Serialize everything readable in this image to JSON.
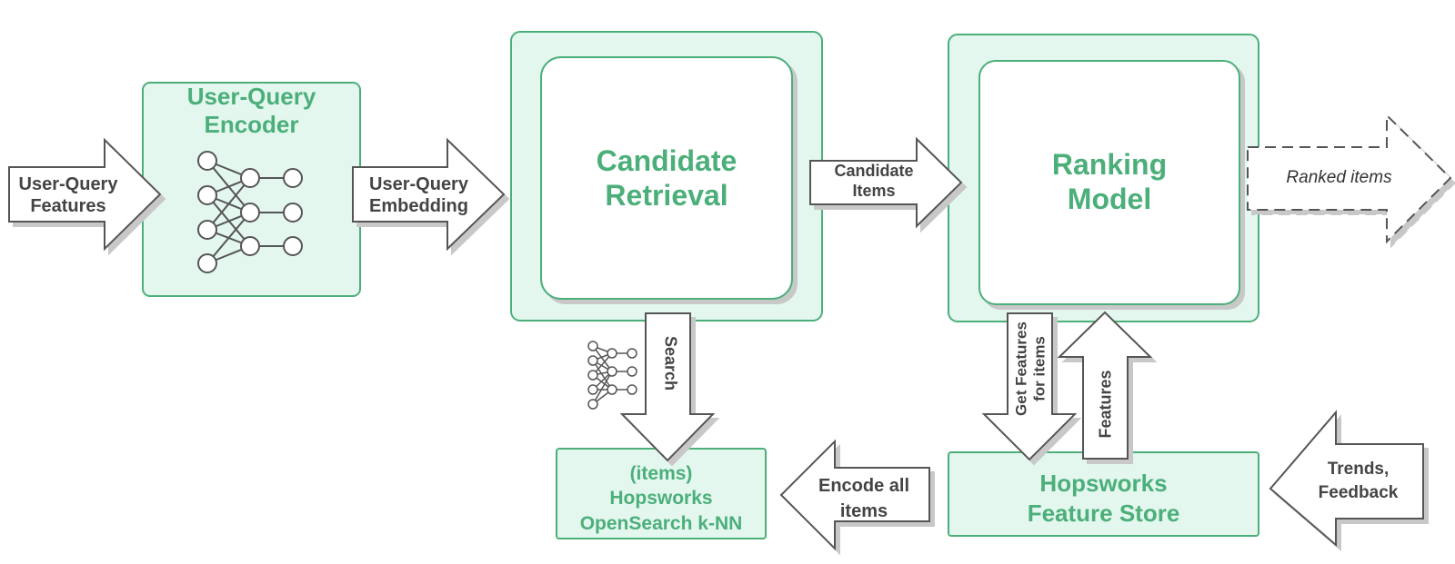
{
  "colors": {
    "box_fill": "#e3f7ef",
    "box_stroke": "#4caf7a",
    "accent_text": "#4caf7a",
    "arrow_stroke": "#555555",
    "text": "#444444"
  },
  "nodes": {
    "encoder": "User-Query\nEncoder",
    "retrieval": "Candidate\nRetrieval",
    "ranking": "Ranking\nModel",
    "knn": "(items)\nHopsworks\nOpenSearch k-NN",
    "feature_store": "Hopsworks\nFeature Store"
  },
  "edges": {
    "user_query_features": "User-Query\nFeatures",
    "user_query_embedding": "User-Query\nEmbedding",
    "candidate_items": "Candidate\nItems",
    "ranked_items": "Ranked items",
    "search": "Search",
    "get_features": "Get Features\nfor items",
    "features": "Features",
    "encode_all_items": "Encode all\nitems",
    "trends_feedback": "Trends,\nFeedback"
  },
  "icons": [
    "neural-network-icon",
    "small-neural-network-icon"
  ]
}
